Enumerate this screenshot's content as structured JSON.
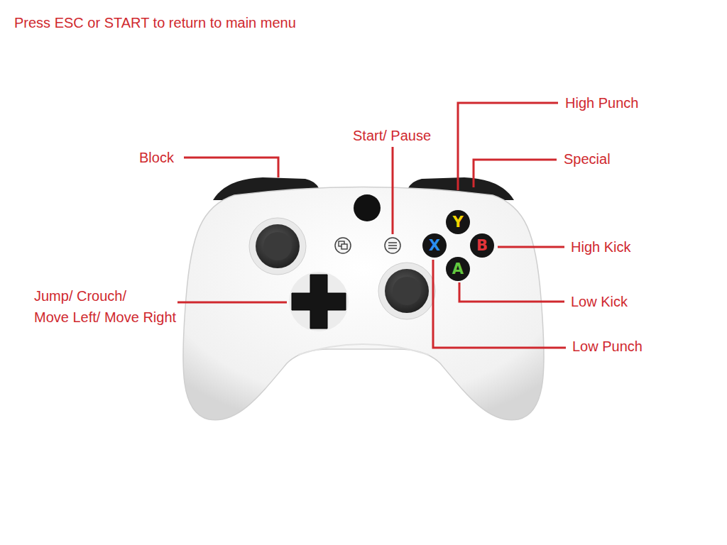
{
  "diagram": {
    "labels": [
      "Press ESC or START to return to main menu",
      "High Punch",
      "Start/ Pause",
      "Block",
      "Special",
      "High Kick",
      "Jump/ Crouch/ Move Left/ Move Right",
      "Low Kick",
      "Low Punch",
      "Y",
      "X",
      "B",
      "A"
    ]
  }
}
